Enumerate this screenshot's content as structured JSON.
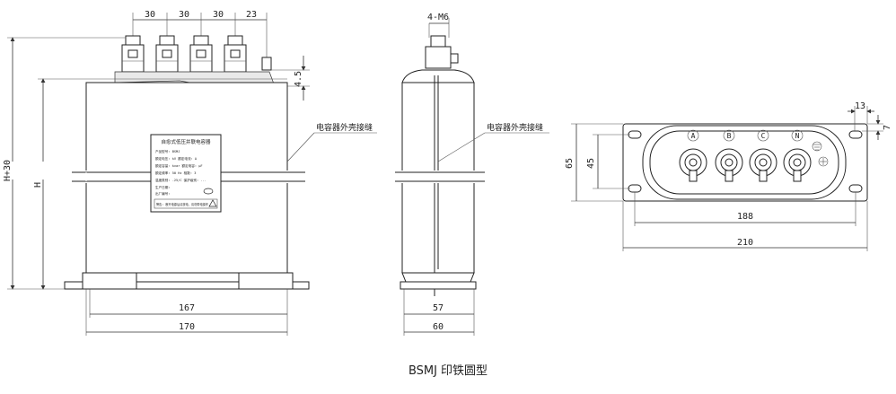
{
  "caption": "BSMJ 印铁圆型",
  "front_view": {
    "top_dims": [
      "30",
      "30",
      "30",
      "23"
    ],
    "side_dim": "4.5",
    "left_dims": [
      "H+30",
      "H"
    ],
    "bottom_dims": [
      "167",
      "170"
    ],
    "weld_label": "电容器外壳接缝",
    "nameplate": {
      "title": "自愈式低压并联电容器",
      "lines": [
        "产品型号: BSMJ",
        "额定电压:   kV  额定电流:   A",
        "额定容量:   kvar  额定电容:   μF",
        "额定频率: 50 Hz  相数: 3",
        "温度类别: -25/C  保护级别: ...",
        "生产日期:",
        "出厂编号:"
      ],
      "warning": "警告: 断开电源后请放电，请勿带电操作"
    }
  },
  "side_view": {
    "top_dim": "4-M6",
    "weld_label": "电容器外壳接缝",
    "bottom_dims": [
      "57",
      "60"
    ]
  },
  "top_view": {
    "terminals": [
      "A",
      "B",
      "C",
      "N"
    ],
    "dims": {
      "d13": "13",
      "d7": "7",
      "d65": "65",
      "d45": "45",
      "d188": "188",
      "d210": "210"
    }
  }
}
